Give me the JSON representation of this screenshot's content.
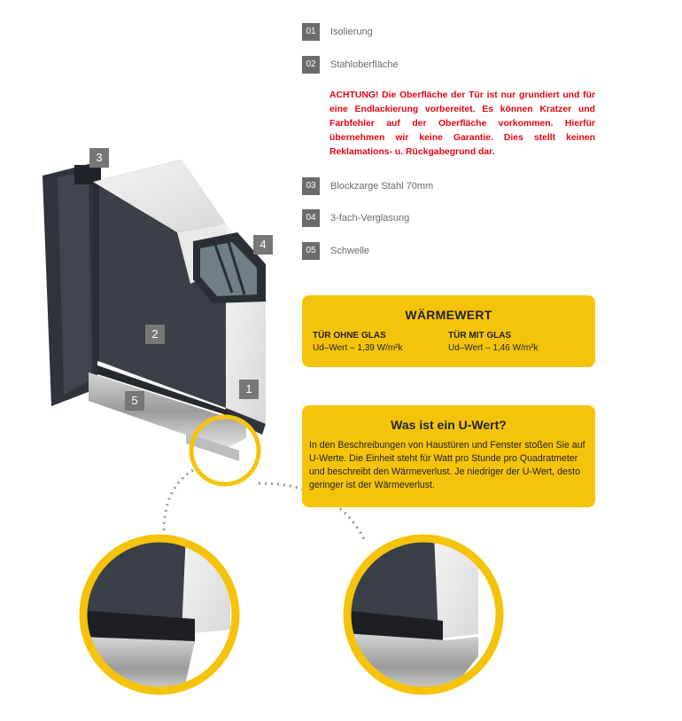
{
  "illustration": {
    "callouts": [
      "3",
      "2",
      "4",
      "5",
      "1"
    ]
  },
  "legend": [
    {
      "num": "01",
      "label": "Isolierung"
    },
    {
      "num": "02",
      "label": "Stahloberfläche"
    },
    {
      "num": "03",
      "label": "Blockzarge Stahl 70mm"
    },
    {
      "num": "04",
      "label": "3-fach-Verglasung"
    },
    {
      "num": "05",
      "label": "Schwelle"
    }
  ],
  "warning": "ACHTUNG! Die Oberfläche der Tür ist nur grundiert und für eine Endlackierung vorbereitet. Es können Kratzer und Farbfehler auf der Oberfläche vorkommen. Hierfür übernehmen wir keine Garantie. Dies stellt keinen Reklamations- u. Rückgabegrund dar.",
  "waermewert": {
    "title": "WÄRMEWERT",
    "left_head": "TÜR OHNE GLAS",
    "left_value": "Ud–Wert – 1,39 W/m²k",
    "right_head": "TÜR MIT GLAS",
    "right_value": "Ud–Wert – 1,46 W/m²k"
  },
  "uwert": {
    "title": "Was ist ein U-Wert?",
    "text": "In den Beschreibungen von Haustüren und Fenster stoßen Sie auf U-Werte. Die Einheit steht für Watt pro Stunde pro Quadratmeter und beschreibt den Wärmeverlust. Je niedriger der U-Wert, desto geringer ist der Wärmeverlust."
  },
  "colors": {
    "accent_yellow": "#f5c40a",
    "door_panel": "#3b3f47",
    "warning_red": "#e30613",
    "badge_gray": "#6b6b6b"
  }
}
